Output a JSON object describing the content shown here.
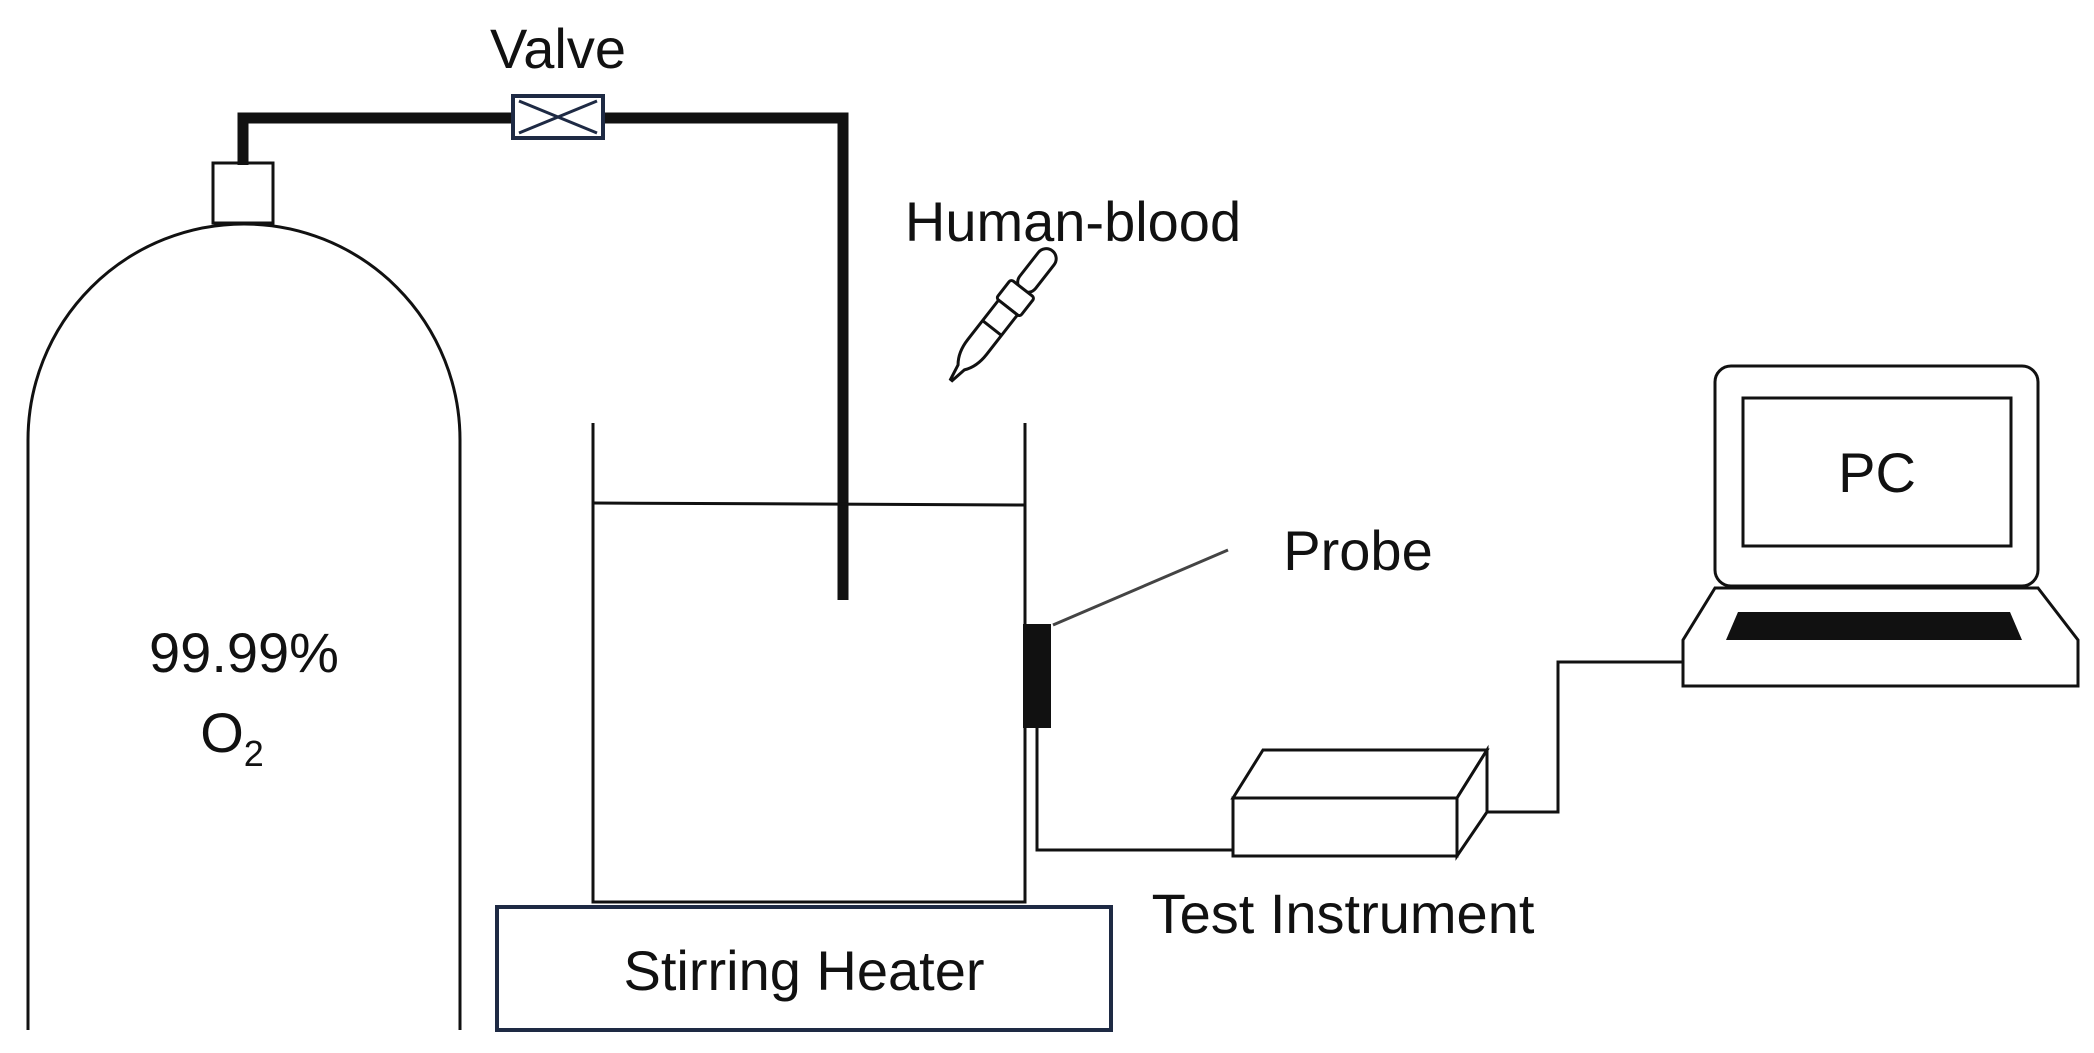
{
  "labels": {
    "valve": "Valve",
    "human_blood": "Human-blood",
    "cylinder_purity": "99.99%",
    "cylinder_gas": "O",
    "cylinder_gas_subscript": "2",
    "probe": "Probe",
    "pc": "PC",
    "test_instrument": "Test Instrument",
    "stirring_heater": "Stirring Heater"
  },
  "colors": {
    "line": "#111111",
    "heater_border": "#1e2a44",
    "valve_border": "#1e2a44",
    "background": "#ffffff"
  }
}
